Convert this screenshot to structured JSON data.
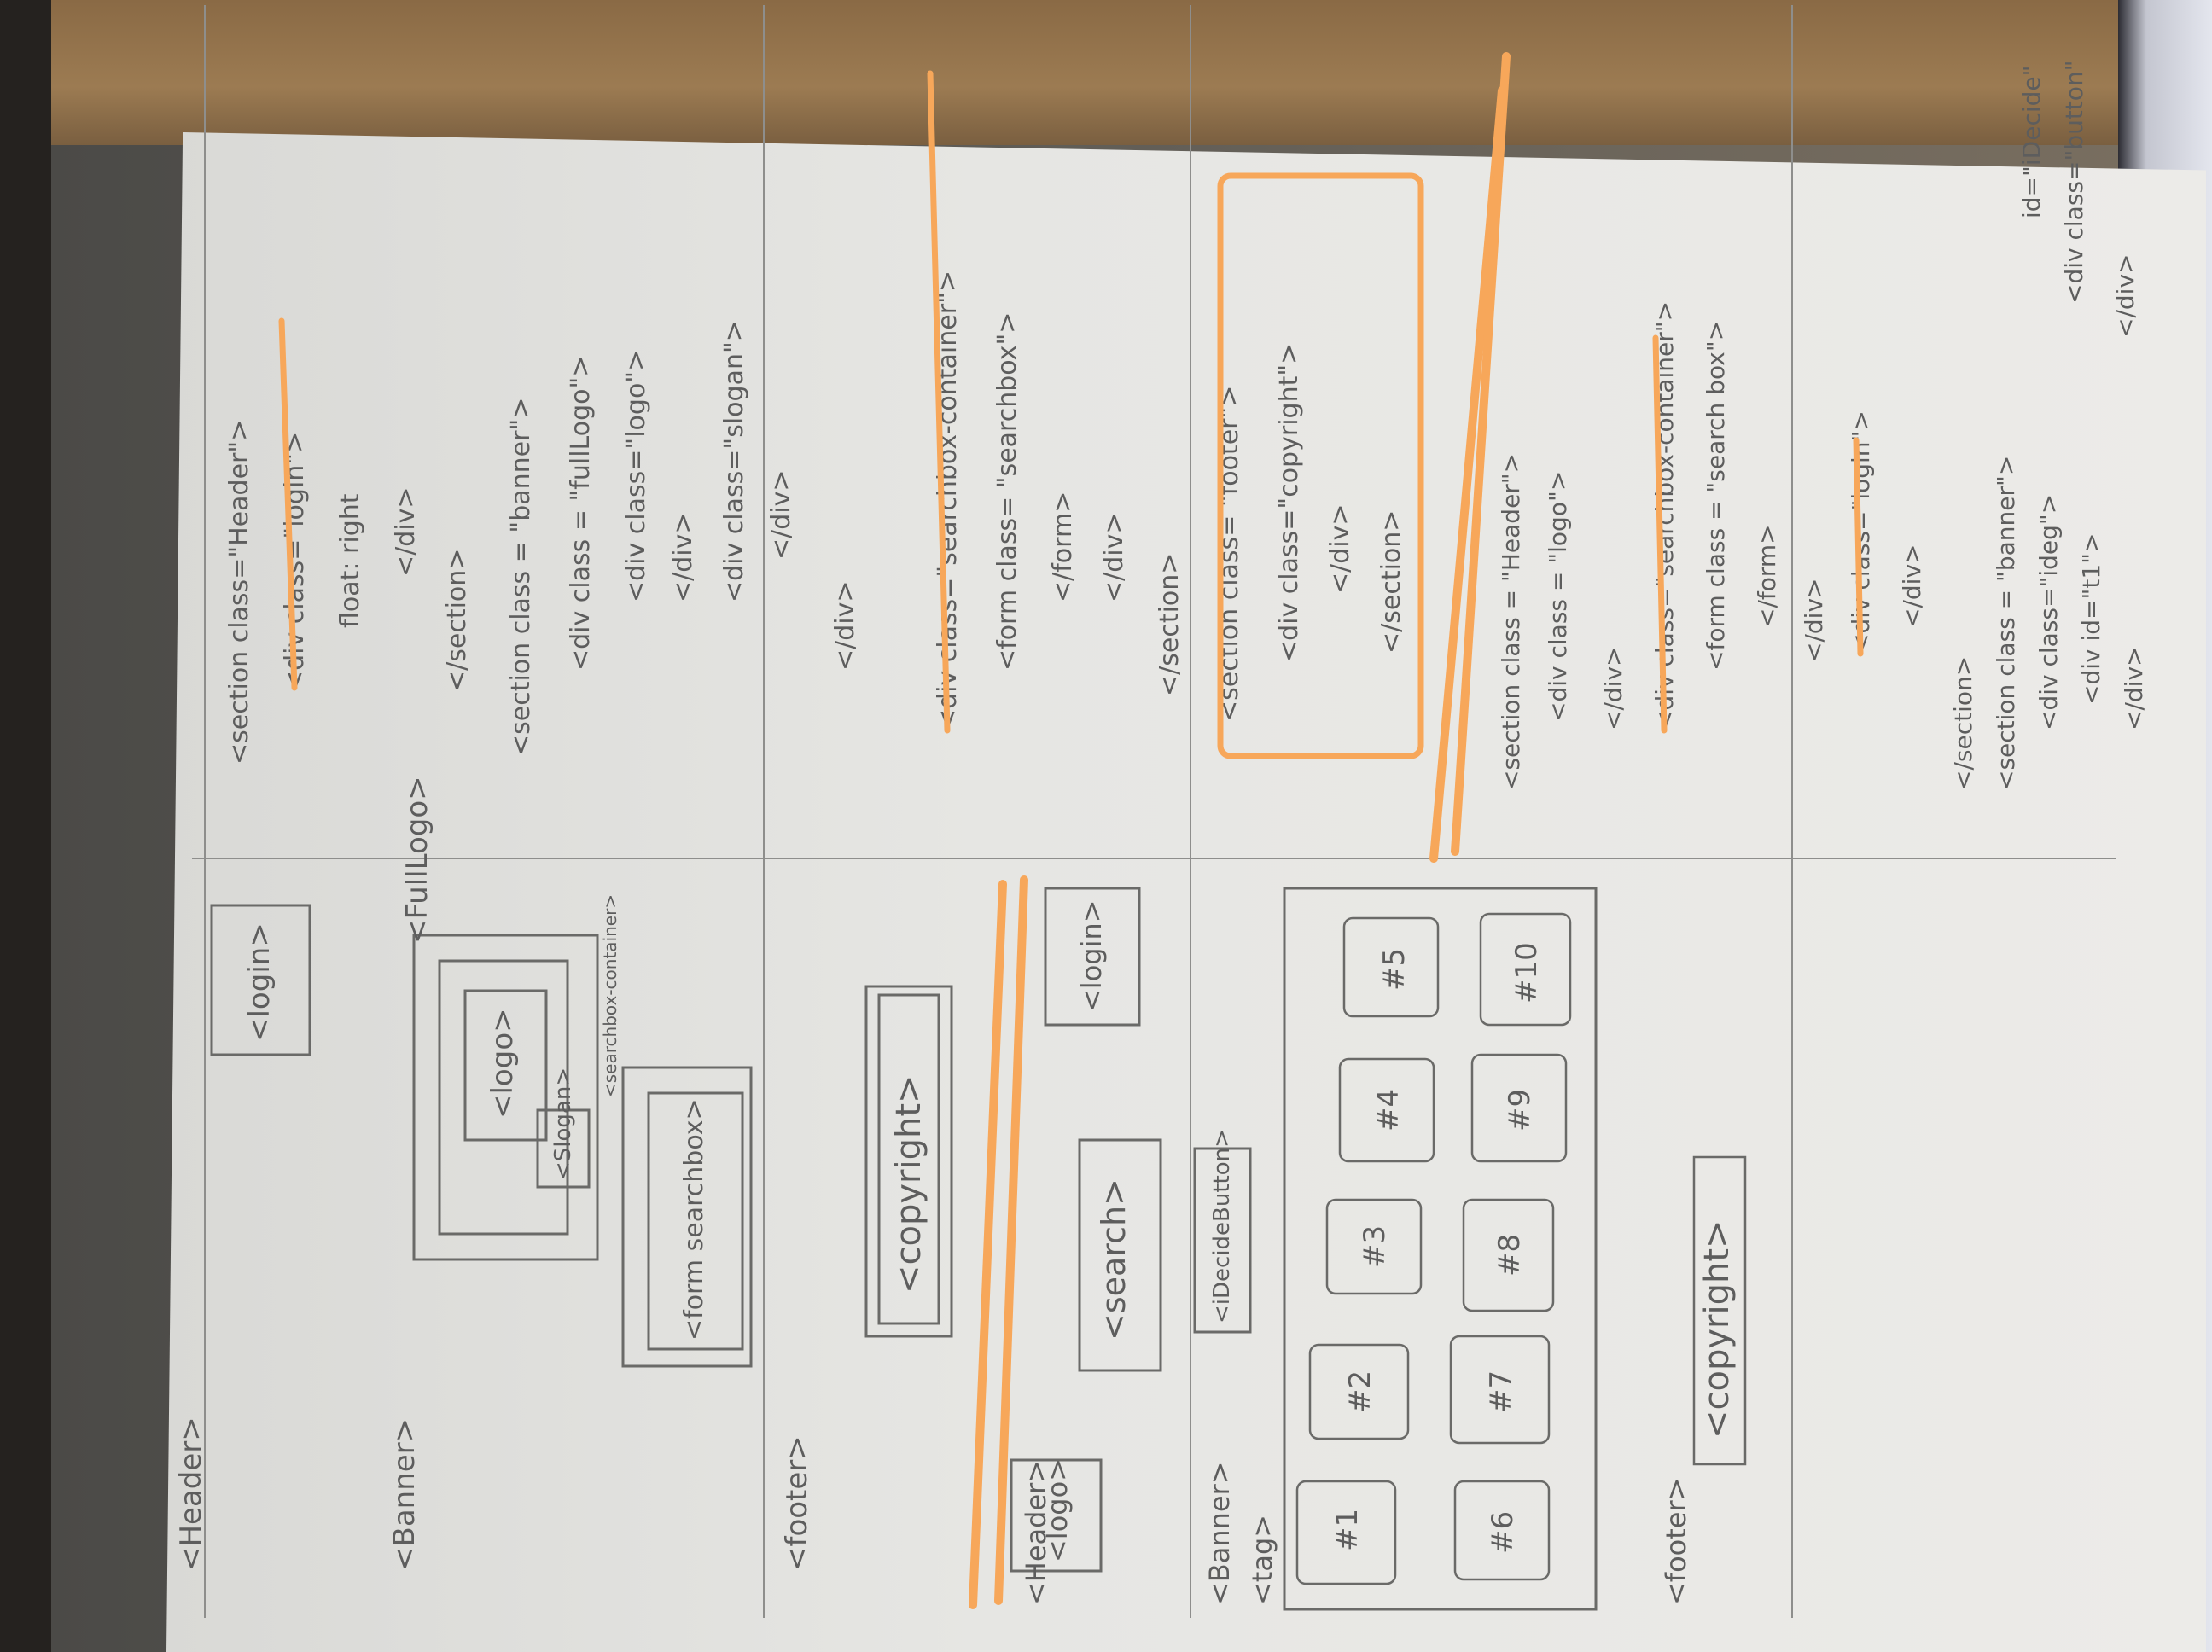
{
  "sketch": {
    "wire_a": {
      "header": "<Header>",
      "login": "<login>",
      "banner": "<Banner>",
      "full_logo": "<FullLogo>",
      "logo": "<logo>",
      "slogan": "<Slogan>",
      "searchbox_container": "<searchbox-container>",
      "form_searchbox": "<form searchbox>",
      "footer": "<footer>",
      "copyright": "<copyright>"
    },
    "wire_b": {
      "header": "<Header>",
      "logo": "<logo>",
      "search": "<search>",
      "login": "<login>",
      "banner": "<Banner>",
      "idecide_button": "<iDecideButton>",
      "tag": "<tag>",
      "tiles": [
        "#1",
        "#2",
        "#3",
        "#4",
        "#5",
        "#6",
        "#7",
        "#8",
        "#9",
        "#10"
      ],
      "footer": "<footer>",
      "copyright": "<copyright>"
    },
    "code_a": [
      "<section class=\"Header\">",
      "<div class=\"login\">",
      "float: right",
      "</div>",
      "</section>",
      "<section class = \"banner\">",
      "<div class = \"fullLogo\">",
      "<div class=\"logo\">",
      "</div>",
      "<div class=\"slogan\">",
      "</div>",
      "</div>",
      "<div class=\"searchbox-container\">",
      "<form class= \"searchbox\">",
      "</form>",
      "</div>",
      "</section>",
      "<section class= \"footer\">",
      "<div class=\"copyright\">",
      "</div>",
      "</section>"
    ],
    "code_b": [
      "<section class = \"Header\">",
      "<div class = \"logo\">",
      "</div>",
      "<div class=\"searchbox-container\">",
      "<form class = \"search box\">",
      "</form>",
      "</div>",
      "<div class=\"login\">",
      "</div>",
      "</section>",
      "<section class = \"banner\">",
      "<div class=\"ideg\">",
      "<div id=\"t1\">",
      "</div>",
      "<div class=\"button\"",
      "id=\"iDecide\"",
      "</div>"
    ]
  },
  "colors": {
    "highlighter": "#f7a75a",
    "pencil": "#5d5d5d",
    "paper": "#e6e6e3"
  }
}
